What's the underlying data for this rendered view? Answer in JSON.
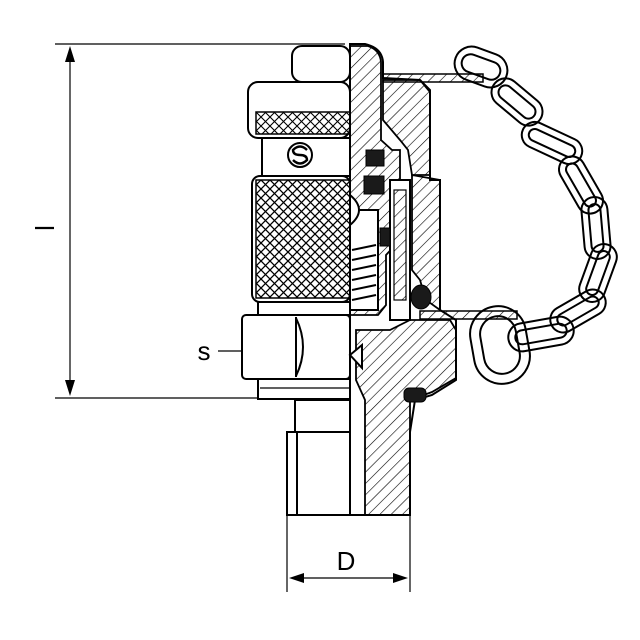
{
  "diagram": {
    "labels": {
      "length": "l",
      "wrench": "s",
      "diameter": "D"
    },
    "logo_icon": "s-logo-icon",
    "colors": {
      "line": "#000000",
      "background": "#ffffff",
      "seal": "#1a1a1a"
    }
  }
}
